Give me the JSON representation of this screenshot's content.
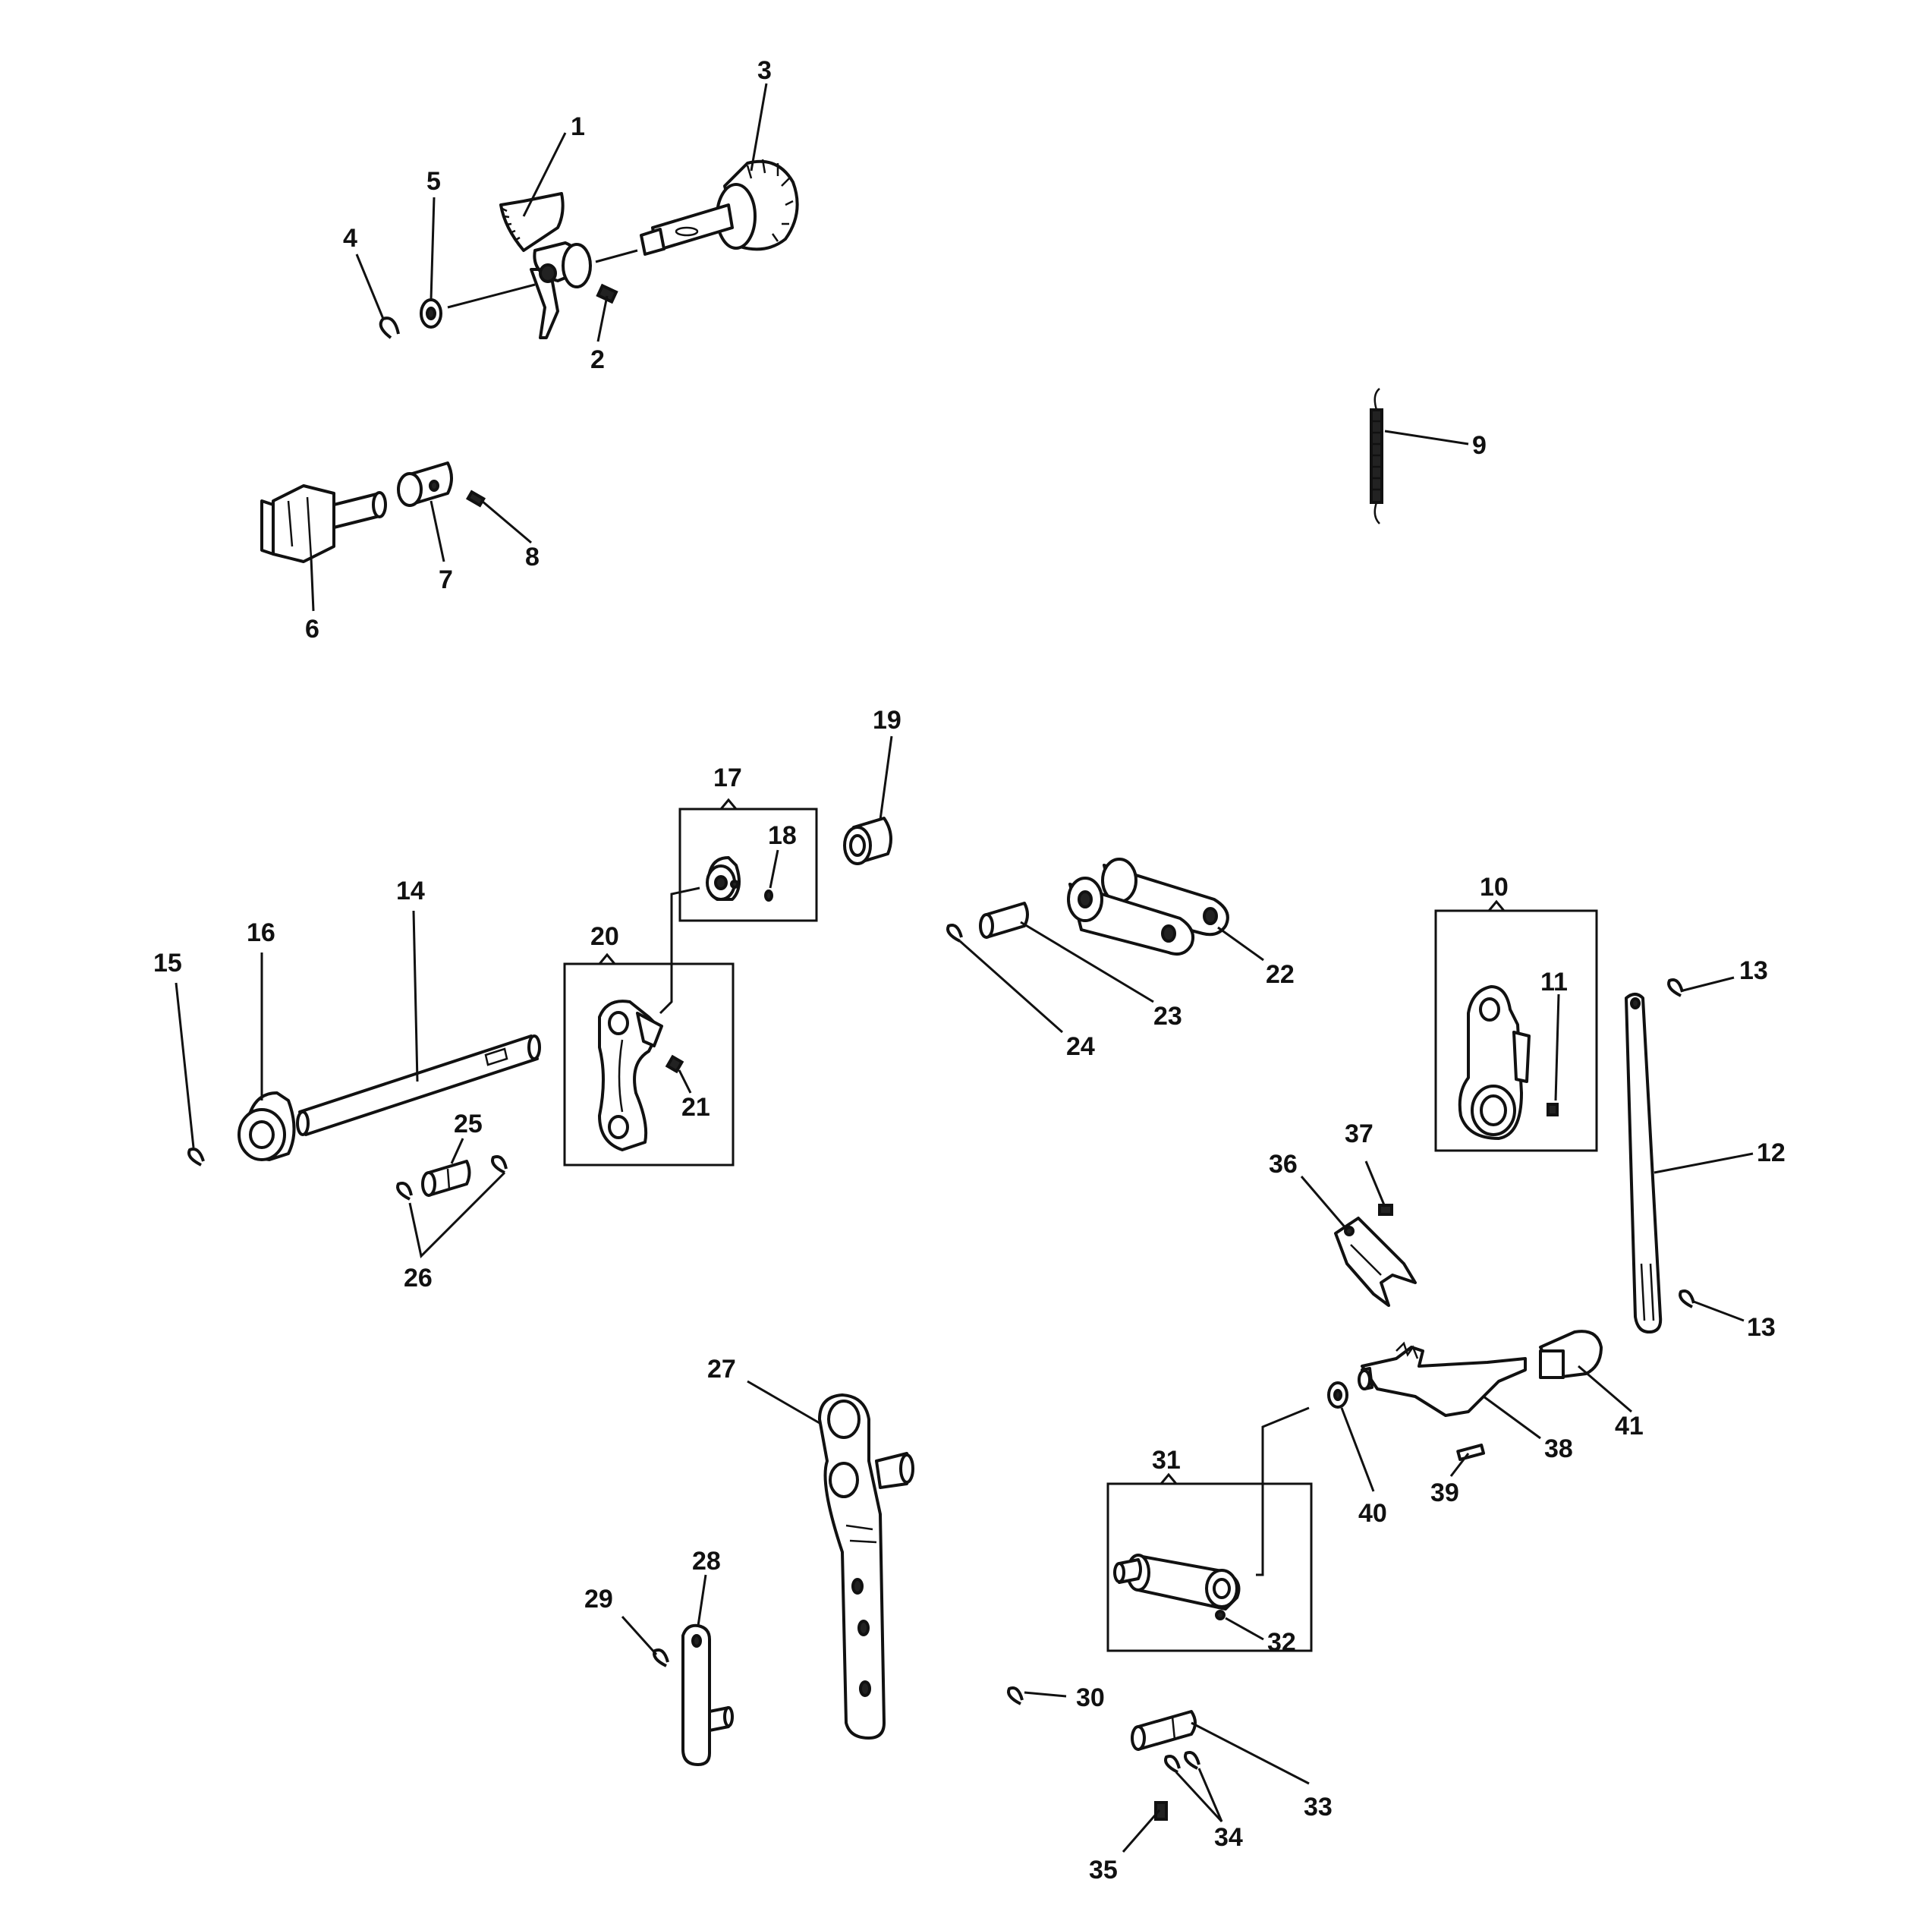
{
  "parts": [
    {
      "id": "p1",
      "label": "1"
    },
    {
      "id": "p2",
      "label": "2"
    },
    {
      "id": "p3",
      "label": "3"
    },
    {
      "id": "p4",
      "label": "4"
    },
    {
      "id": "p5",
      "label": "5"
    },
    {
      "id": "p6",
      "label": "6"
    },
    {
      "id": "p7",
      "label": "7"
    },
    {
      "id": "p8",
      "label": "8"
    },
    {
      "id": "p9",
      "label": "9"
    },
    {
      "id": "p10",
      "label": "10"
    },
    {
      "id": "p11",
      "label": "11"
    },
    {
      "id": "p12",
      "label": "12"
    },
    {
      "id": "p13a",
      "label": "13"
    },
    {
      "id": "p13b",
      "label": "13"
    },
    {
      "id": "p14",
      "label": "14"
    },
    {
      "id": "p15",
      "label": "15"
    },
    {
      "id": "p16",
      "label": "16"
    },
    {
      "id": "p17",
      "label": "17"
    },
    {
      "id": "p18",
      "label": "18"
    },
    {
      "id": "p19",
      "label": "19"
    },
    {
      "id": "p20",
      "label": "20"
    },
    {
      "id": "p21",
      "label": "21"
    },
    {
      "id": "p22",
      "label": "22"
    },
    {
      "id": "p23",
      "label": "23"
    },
    {
      "id": "p24",
      "label": "24"
    },
    {
      "id": "p25",
      "label": "25"
    },
    {
      "id": "p26",
      "label": "26"
    },
    {
      "id": "p27",
      "label": "27"
    },
    {
      "id": "p28",
      "label": "28"
    },
    {
      "id": "p29",
      "label": "29"
    },
    {
      "id": "p30",
      "label": "30"
    },
    {
      "id": "p31",
      "label": "31"
    },
    {
      "id": "p32",
      "label": "32"
    },
    {
      "id": "p33",
      "label": "33"
    },
    {
      "id": "p34",
      "label": "34"
    },
    {
      "id": "p35",
      "label": "35"
    },
    {
      "id": "p36",
      "label": "36"
    },
    {
      "id": "p37",
      "label": "37"
    },
    {
      "id": "p38",
      "label": "38"
    },
    {
      "id": "p39",
      "label": "39"
    },
    {
      "id": "p40",
      "label": "40"
    },
    {
      "id": "p41",
      "label": "41"
    }
  ]
}
